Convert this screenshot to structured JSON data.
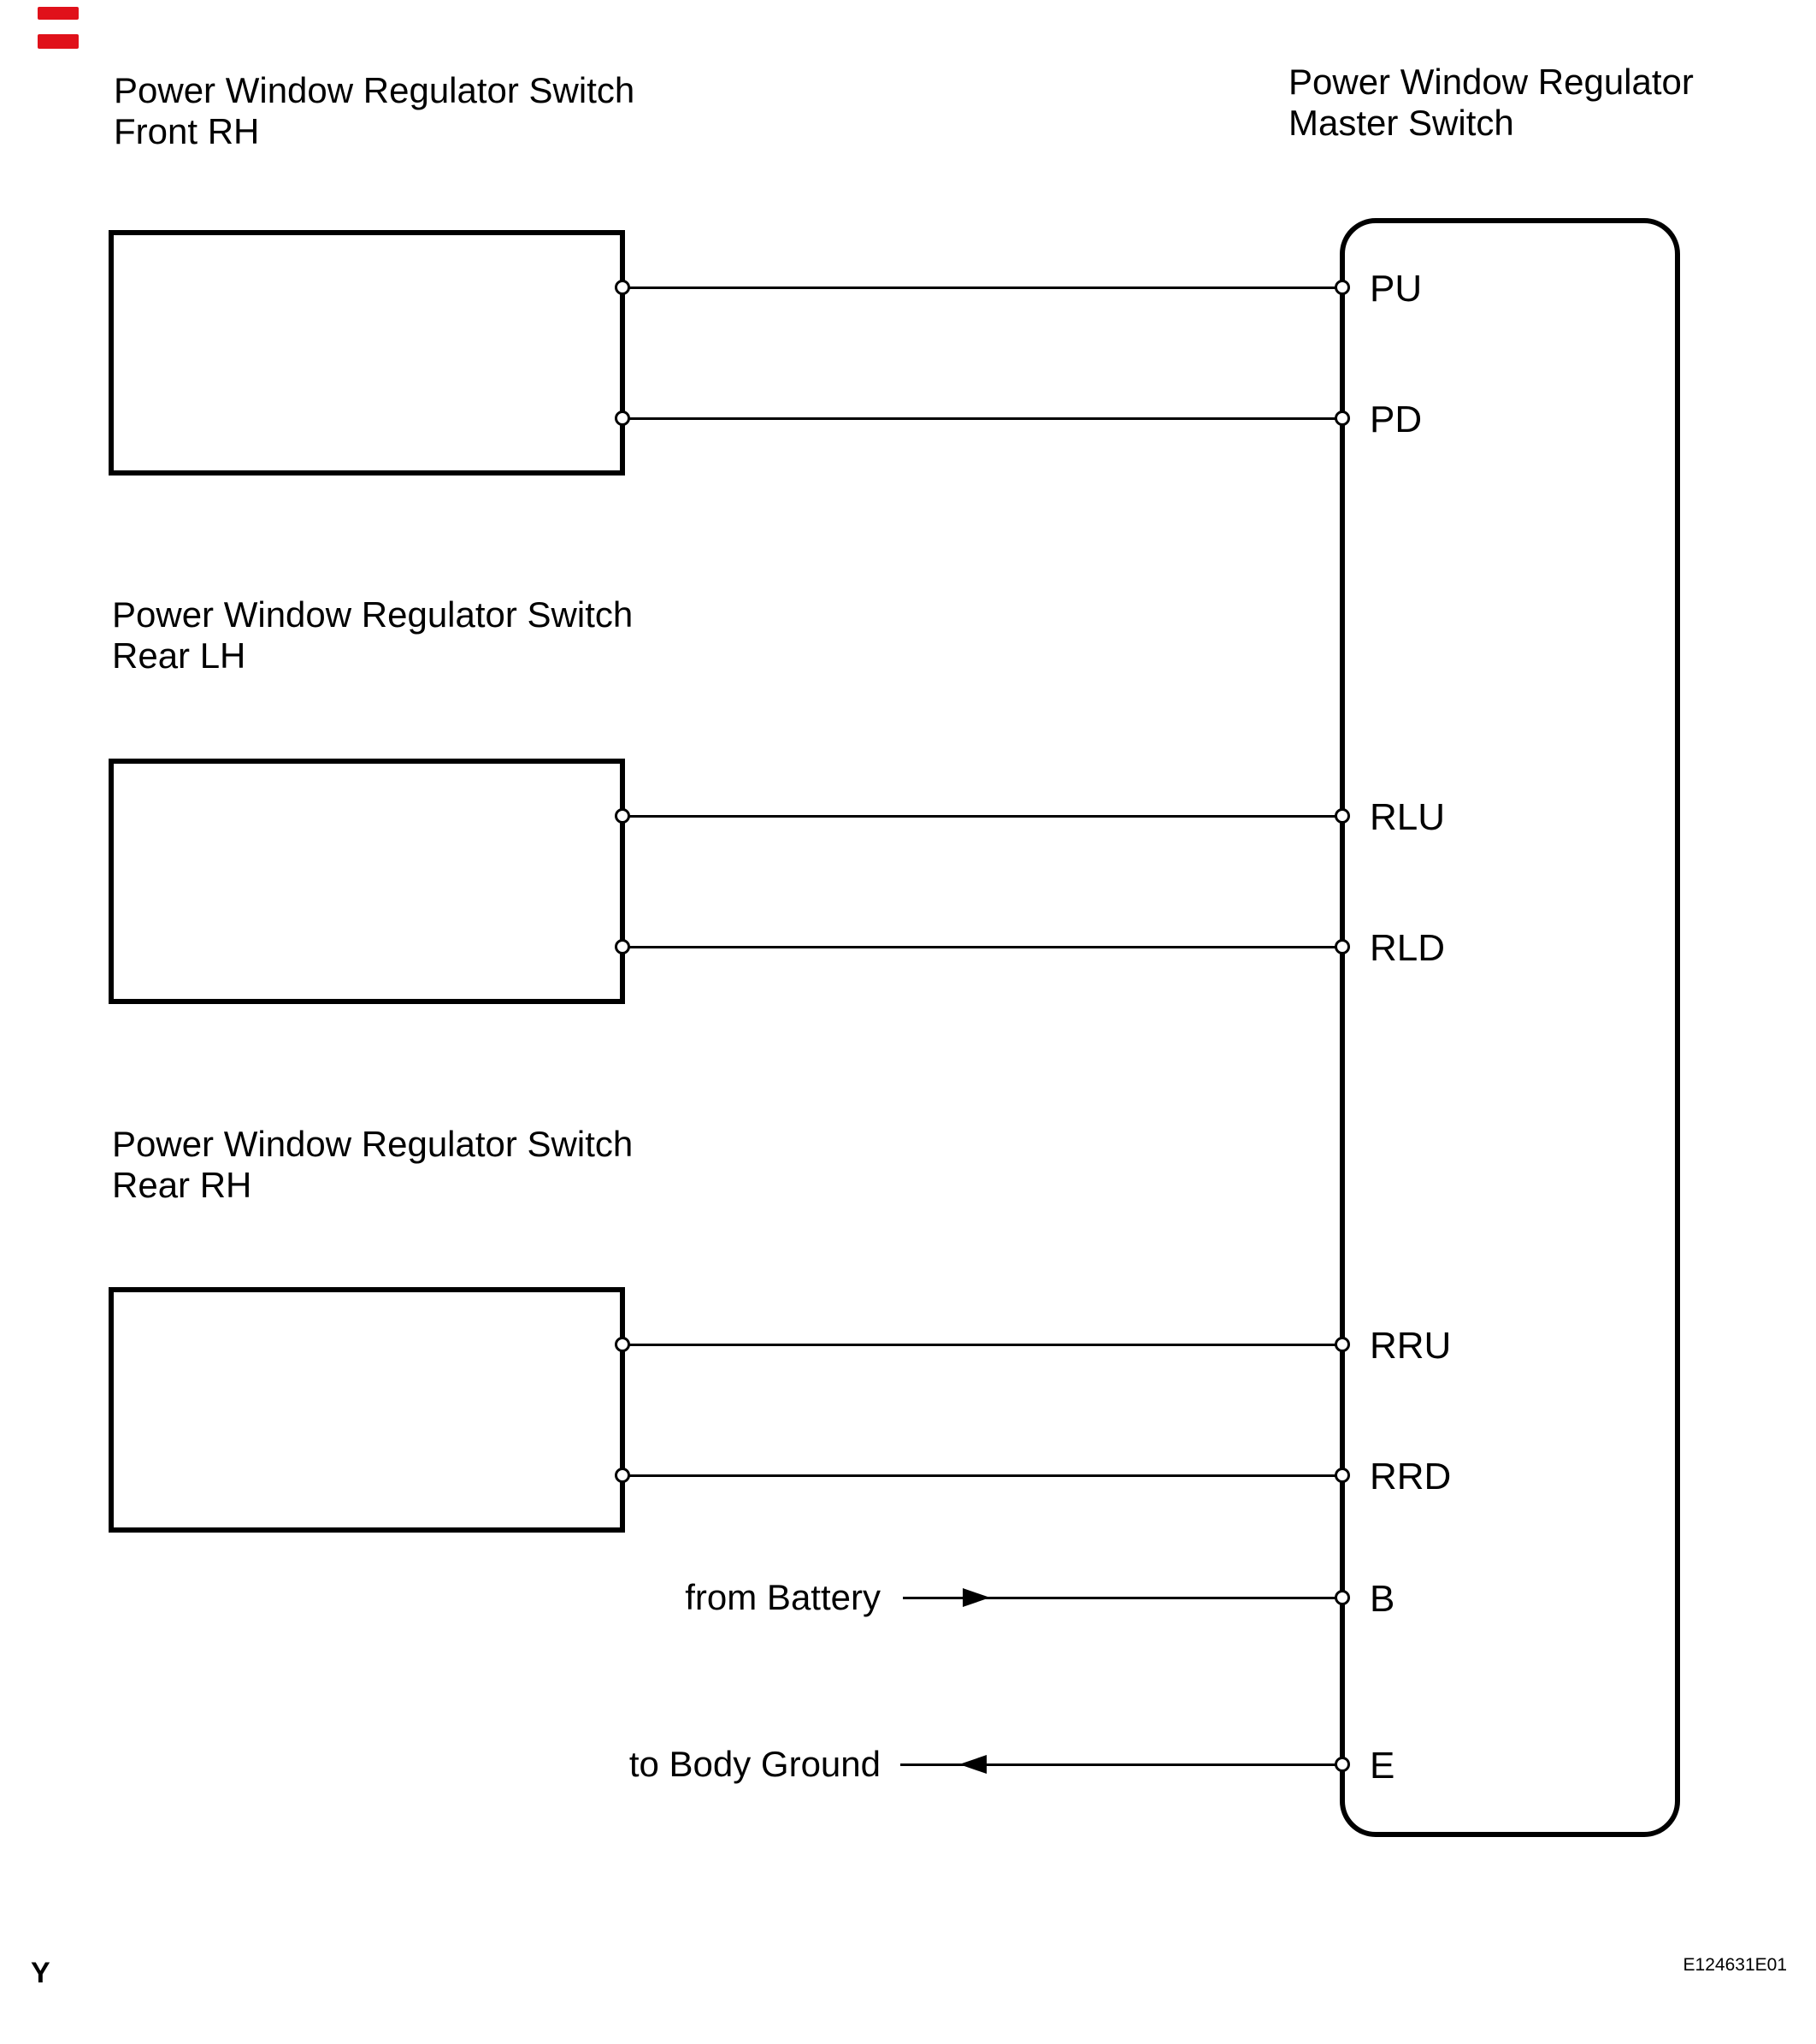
{
  "page": {
    "background": "#ffffff",
    "line_color": "#000000",
    "artifact_color": "#e0111a"
  },
  "switches": [
    {
      "id": "front-rh",
      "label_line1": "Power Window Regulator Switch",
      "label_line2": "Front RH",
      "pins": [
        "PU",
        "PD"
      ]
    },
    {
      "id": "rear-lh",
      "label_line1": "Power Window Regulator Switch",
      "label_line2": "Rear LH",
      "pins": [
        "RLU",
        "RLD"
      ]
    },
    {
      "id": "rear-rh",
      "label_line1": "Power Window Regulator Switch",
      "label_line2": "Rear RH",
      "pins": [
        "RRU",
        "RRD"
      ]
    }
  ],
  "master_switch": {
    "label_line1": "Power Window Regulator",
    "label_line2": "Master Switch"
  },
  "pin_labels": {
    "pu": "PU",
    "pd": "PD",
    "rlu": "RLU",
    "rld": "RLD",
    "rru": "RRU",
    "rrd": "RRD",
    "b": "B",
    "e": "E"
  },
  "annotations": {
    "battery": "from Battery",
    "ground": "to Body Ground"
  },
  "footer": {
    "left": "Y",
    "right": "E124631E01"
  }
}
